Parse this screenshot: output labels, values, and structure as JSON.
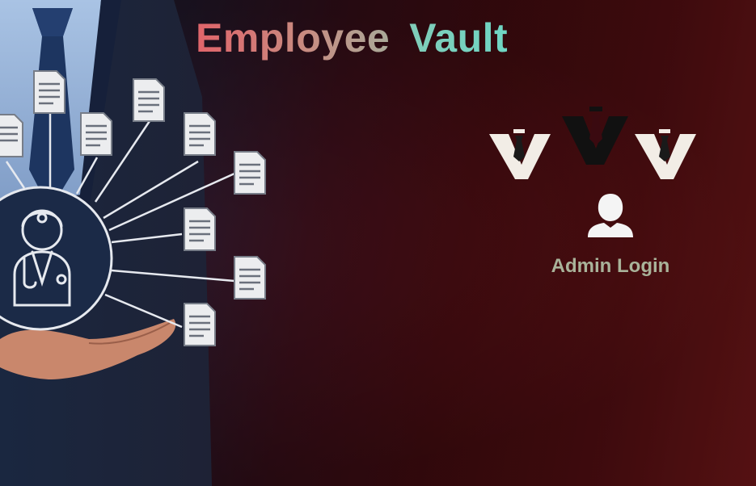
{
  "title": {
    "word1": "Employee",
    "word2": "Vault"
  },
  "hero": {
    "icon": "employee-documents-network"
  },
  "logos": [
    {
      "icon": "v-tie-logo",
      "color": "#f2ede6"
    },
    {
      "icon": "v-tie-logo",
      "color": "#111111"
    },
    {
      "icon": "v-tie-logo",
      "color": "#f2ede6"
    }
  ],
  "admin_login": {
    "icon": "user-icon",
    "label": "Admin Login",
    "label_color": "#a9b39a"
  }
}
